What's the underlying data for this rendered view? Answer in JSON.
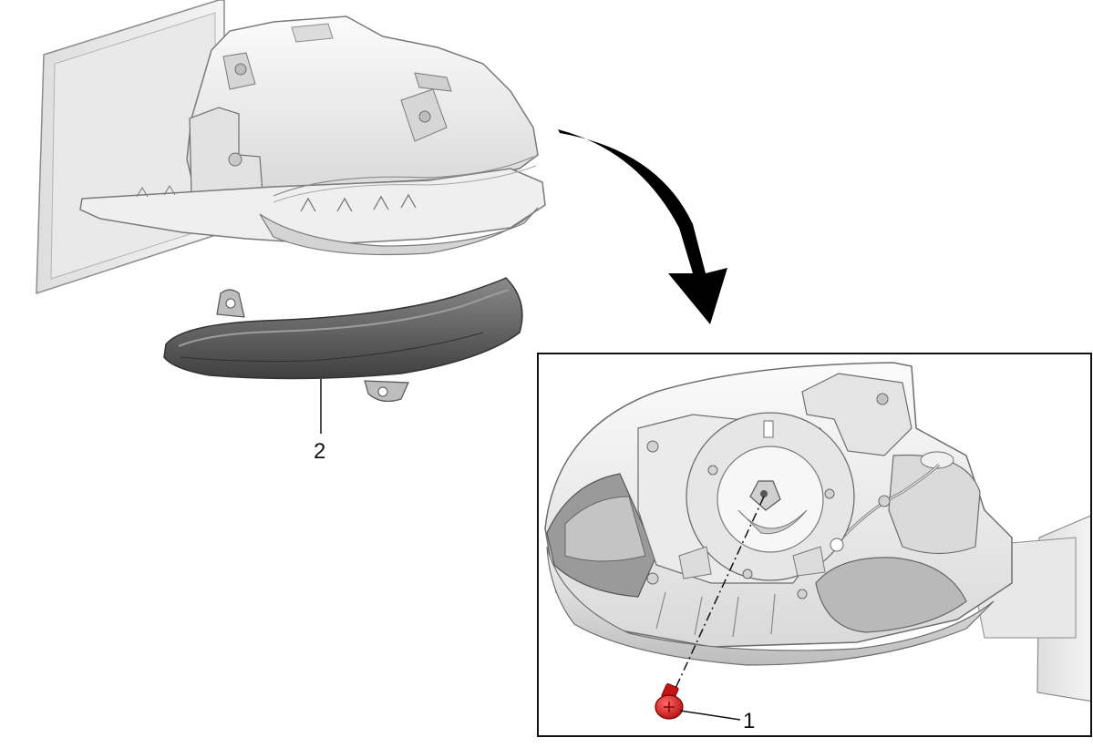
{
  "callouts": [
    {
      "id": "1",
      "label": "1"
    },
    {
      "id": "2",
      "label": "2"
    }
  ],
  "colors": {
    "background": "#ffffff",
    "part_light": "#ececec",
    "part_mid": "#cfcfcf",
    "part_dark": "#9a9a9a",
    "outline": "#6e6e6e",
    "lamp_dark": "#4a4a4a",
    "arrow": "#000000",
    "screw": "#d41a1a",
    "frame": "#111111"
  },
  "icons": {
    "arrow": "curved-arrow-icon",
    "screw": "screw-icon"
  }
}
